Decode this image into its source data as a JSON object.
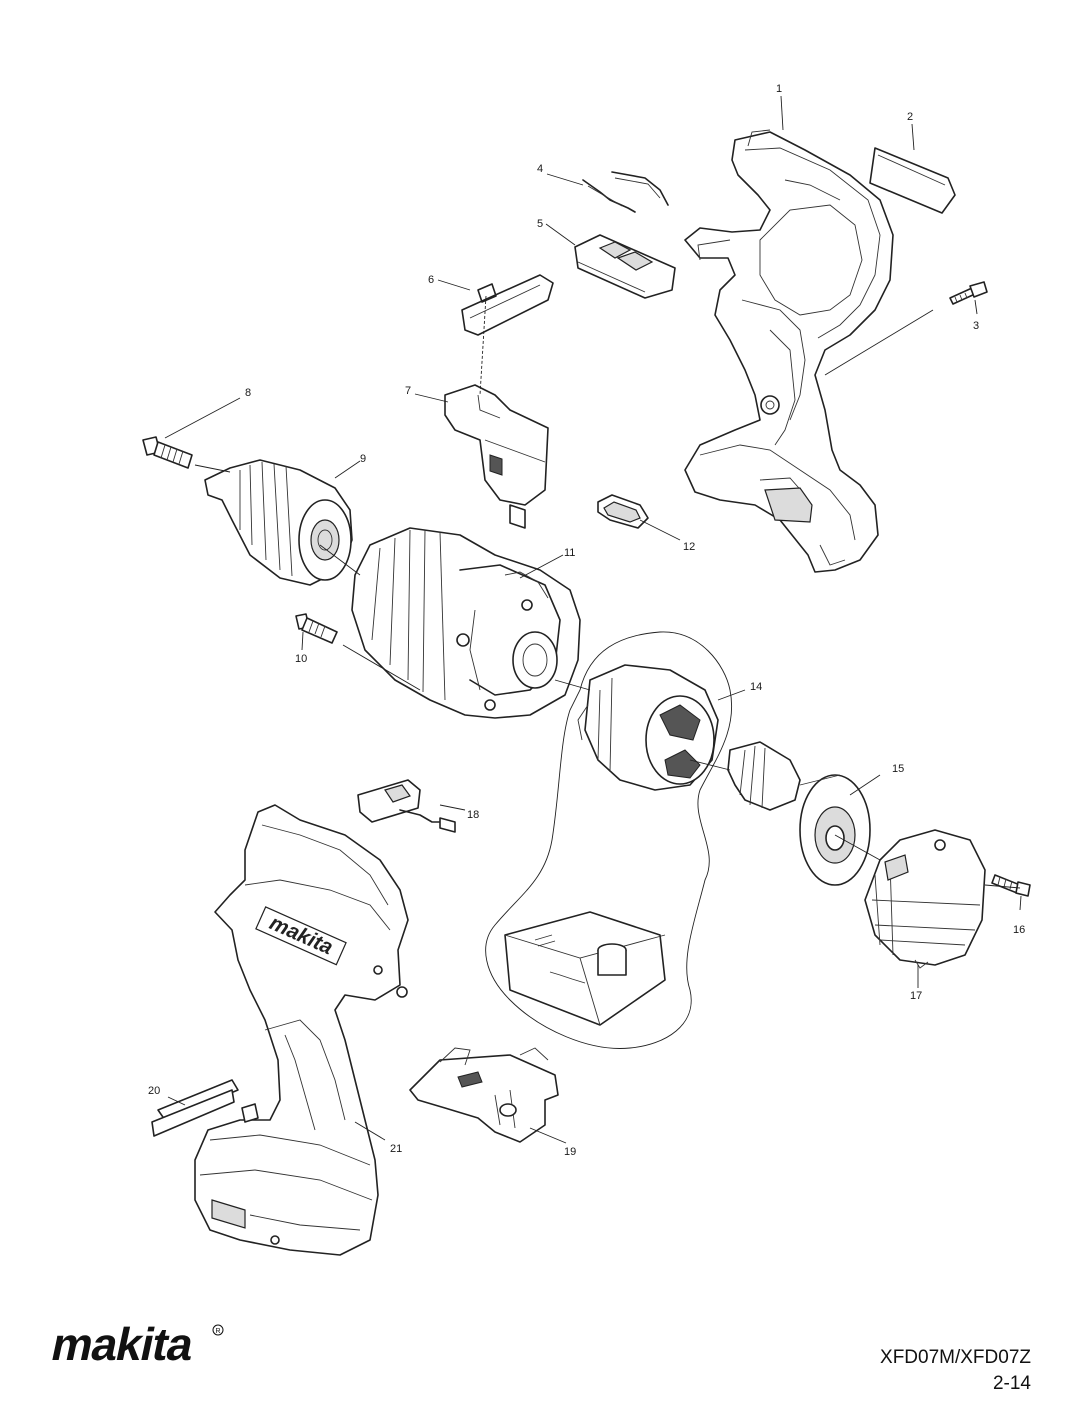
{
  "brand": {
    "logo_text": "makita",
    "accent": "#111111"
  },
  "footer": {
    "model": "XFD07M/XFD07Z",
    "page": "2-14"
  },
  "parts": {
    "p1": "1",
    "p2": "2",
    "p3": "3",
    "p4": "4",
    "p5": "5",
    "p6": "6",
    "p7": "7",
    "p8": "8",
    "p9": "9",
    "p10": "10",
    "p11": "11",
    "p12": "12",
    "p14": "14",
    "p15": "15",
    "p16": "16",
    "p17": "17",
    "p18": "18",
    "p19": "19",
    "p20": "20",
    "p21": "21"
  },
  "housing_logo": "makita"
}
